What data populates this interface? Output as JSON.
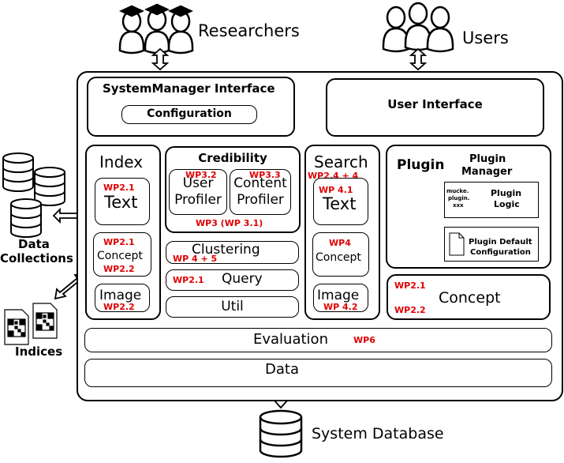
{
  "actors": {
    "researchers": "Researchers",
    "users": "Users"
  },
  "system_manager": {
    "title": "SystemManager Interface",
    "configuration": "Configuration"
  },
  "user_interface": "User Interface",
  "index": {
    "title": "Index",
    "text": {
      "label": "Text",
      "wp": "WP2.1"
    },
    "concept": {
      "label": "Concept",
      "wp1": "WP2.1",
      "wp2": "WP2.2"
    },
    "image": {
      "label": "Image",
      "wp": "WP2.2"
    }
  },
  "credibility": {
    "title": "Credibility",
    "user_profiler": {
      "label1": "User",
      "label2": "Profiler",
      "wp": "WP3.2"
    },
    "content_profiler": {
      "label1": "Content",
      "label2": "Profiler",
      "wp": "WP3.3"
    },
    "wp": "WP3 (WP 3.1)"
  },
  "clustering": {
    "label": "Clustering",
    "wp": "WP 4 + 5"
  },
  "query": {
    "label": "Query",
    "wp": "WP2.1"
  },
  "util": {
    "label": "Util"
  },
  "search": {
    "title": "Search",
    "wp": "WP2.4 + 4",
    "text": {
      "label": "Text",
      "wp": "WP 4.1"
    },
    "concept": {
      "label": "Concept",
      "wp": "WP4"
    },
    "image": {
      "label": "Image",
      "wp": "WP 4.2"
    }
  },
  "plugin": {
    "title": "Plugin",
    "manager_title1": "Plugin",
    "manager_title2": "Manager",
    "logic_icon_text1": "mucke.",
    "logic_icon_text2": "plugin.",
    "logic_icon_text3": "xxx",
    "logic1": "Plugin",
    "logic2": "Logic",
    "default_config1": "Plugin Default",
    "default_config2": "Configuration"
  },
  "concept_box": {
    "label": "Concept",
    "wp1": "WP2.1",
    "wp2": "WP2.2"
  },
  "evaluation": {
    "label": "Evaluation",
    "wp": "WP6"
  },
  "data": {
    "label": "Data"
  },
  "data_collections": {
    "line1": "Data",
    "line2": "Collections"
  },
  "indices": "Indices",
  "system_database": "System Database"
}
